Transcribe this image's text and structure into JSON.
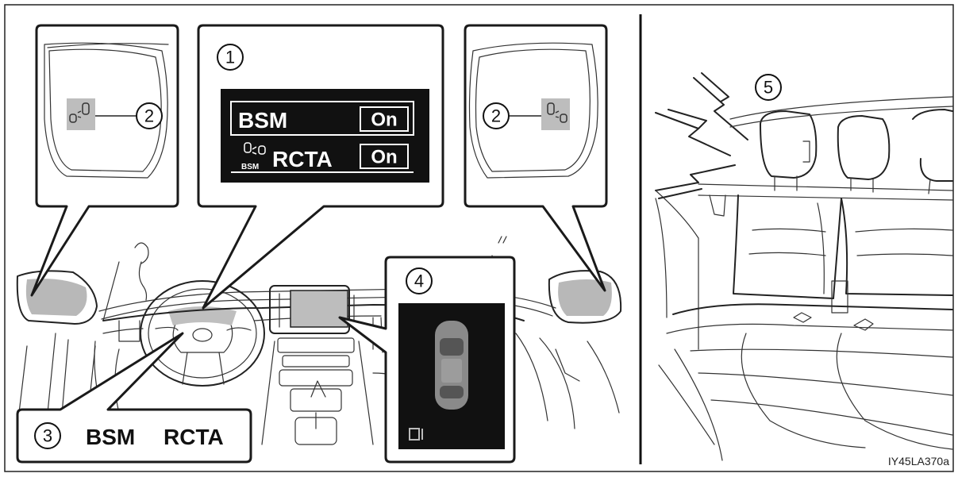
{
  "callouts": {
    "c1": "1",
    "c2_left": "2",
    "c2_right": "2",
    "c3": "3",
    "c4": "4",
    "c5": "5"
  },
  "display": {
    "row1_label": "BSM",
    "row1_value": "On",
    "row2_label": "RCTA",
    "row2_value": "On",
    "row2_icon_caption": "BSM"
  },
  "indicator": {
    "bsm": "BSM",
    "rcta": "RCTA"
  },
  "figure_code": "IY45LA370a",
  "colors": {
    "screen": "#111111",
    "mirror_indicator": "#bdbdbd",
    "line": "#222222"
  },
  "icons": [
    "bsm-mirror-indicator-icon",
    "buzzer-icon",
    "vehicle-top-view-icon"
  ]
}
